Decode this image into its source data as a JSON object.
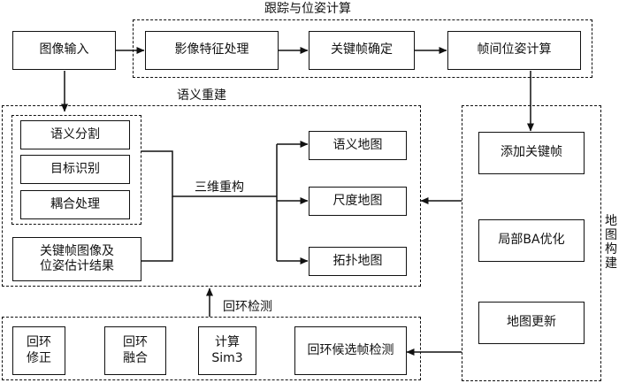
{
  "groups": {
    "tracking": "跟踪与位姿计算",
    "semantic": "语义重建",
    "loop": "回环检测",
    "mapping": "地\n图\n构\n建"
  },
  "nodes": {
    "image_input": "图像输入",
    "feature_proc": "影像特征处理",
    "keyframe_select": "关键帧确定",
    "pose_calc": "帧间位姿计算",
    "sem_seg": "语义分割",
    "target_rec": "目标识别",
    "coupling": "耦合处理",
    "kf_results": "关键帧图像及\n位姿估计结果",
    "recon3d": "三维重构",
    "sem_map": "语义地图",
    "scale_map": "尺度地图",
    "topo_map": "拓扑地图",
    "add_kf": "添加关键帧",
    "local_ba": "局部BA优化",
    "map_update": "地图更新",
    "loop_correct": "回环\n修正",
    "loop_fuse": "回环\n融合",
    "calc_sim3": "计算\nSim3",
    "loop_detect": "回环候选帧检测"
  }
}
